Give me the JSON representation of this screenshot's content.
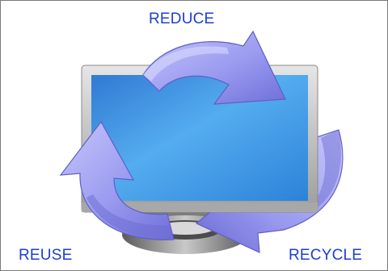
{
  "labels": {
    "reduce": "REDUCE",
    "reuse": "REUSE",
    "recycle": "RECYCLE"
  },
  "colors": {
    "label_text": "#1e3fd0",
    "arrow_fill": "#9f9ff0",
    "arrow_dark": "#5f5fcc",
    "screen_blue": "#2f8fe0",
    "monitor_bezel": "#b8b8b8",
    "stand": "#8a8a8a"
  },
  "icons": [
    "monitor-icon",
    "recycle-arrows-icon"
  ]
}
